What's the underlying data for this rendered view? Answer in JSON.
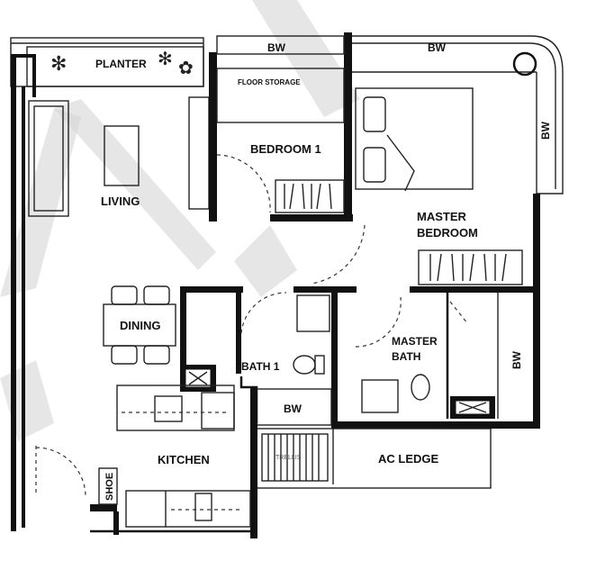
{
  "floorplan": {
    "rooms": {
      "planter": "PLANTER",
      "bw_bedroom1": "BW",
      "bw_master_top": "BW",
      "bw_master_right": "BW",
      "floor_storage": "FLOOR STORAGE",
      "bedroom1": "BEDROOM 1",
      "living": "LIVING",
      "master_bedroom_line1": "MASTER",
      "master_bedroom_line2": "BEDROOM",
      "dining": "DINING",
      "bath1": "BATH 1",
      "master_bath_line1": "MASTER",
      "master_bath_line2": "BATH",
      "bw_master_bath": "BW",
      "bw_bath1": "BW",
      "kitchen": "KITCHEN",
      "shoe": "SHOE",
      "trellis": "TRELLIS",
      "ac_ledge": "AC LEDGE"
    },
    "colors": {
      "wall": "#111111",
      "watermark": "#d6d6d6"
    }
  }
}
